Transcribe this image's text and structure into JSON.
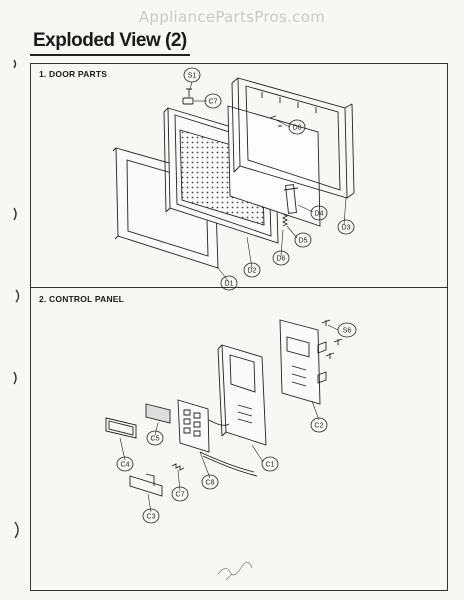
{
  "watermark": "AppliancePartsPros.com",
  "page_title": "Exploded View (2)",
  "sections": [
    {
      "title": "1. DOOR PARTS"
    },
    {
      "title": "2. CONTROL PANEL"
    }
  ],
  "callouts": {
    "door": {
      "S1": "S1",
      "C7": "C7",
      "D8": "D8",
      "D4": "D4",
      "D3": "D3",
      "D5": "D5",
      "D6": "D6",
      "D2": "D2",
      "D1": "D1"
    },
    "panel": {
      "S6": "S6",
      "C2": "C2",
      "C1": "C1",
      "C5": "C5",
      "C4": "C4",
      "C8": "C8",
      "C7": "C7",
      "C3": "C3"
    }
  }
}
